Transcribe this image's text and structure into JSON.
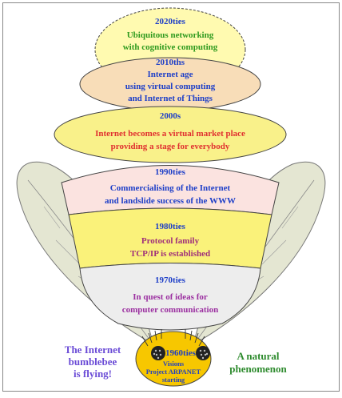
{
  "eras": [
    {
      "decade": "2020ties",
      "lines": [
        "Ubiquitous networking",
        "with cognitive computing"
      ],
      "fill": "#FFFAB0",
      "text_color": "#2E9A1E"
    },
    {
      "decade": "2010ths",
      "lines": [
        "Internet age",
        "using virtual computing",
        "and Internet of Things"
      ],
      "fill": "#F8DDB8",
      "text_color": "#1E3FC8"
    },
    {
      "decade": "2000s",
      "lines": [
        "Internet becomes a virtual market place",
        "providing a stage for everybody"
      ],
      "fill": "#F9F18A",
      "text_color": "#E03030"
    },
    {
      "decade": "1990ties",
      "lines": [
        "Commercialising of the Internet",
        "and landslide success of  the WWW"
      ],
      "fill": "#FBE3E0",
      "text_color": "#1E3FC8"
    },
    {
      "decade": "1980ties",
      "lines": [
        "Protocol family",
        "TCP/IP is established"
      ],
      "fill": "#FAF27A",
      "text_color": "#A0307A"
    },
    {
      "decade": "1970ties",
      "lines": [
        "In quest of ideas for",
        "computer communication"
      ],
      "fill": "#EDEDED",
      "text_color": "#9B2FA0"
    }
  ],
  "origin": {
    "decade": "1960ties",
    "lines": [
      "Visions",
      "Project ARPANET",
      "starting"
    ],
    "fill": "#F7C700",
    "text_color": "#2040C0"
  },
  "left_caption": [
    "The Internet",
    "bumblebee",
    "is flying!"
  ],
  "left_caption_color": "#6A4BD6",
  "right_caption": [
    "A natural",
    "phenomenon"
  ],
  "right_caption_color": "#2E8B2E",
  "wing_color": "#E4E6D2"
}
